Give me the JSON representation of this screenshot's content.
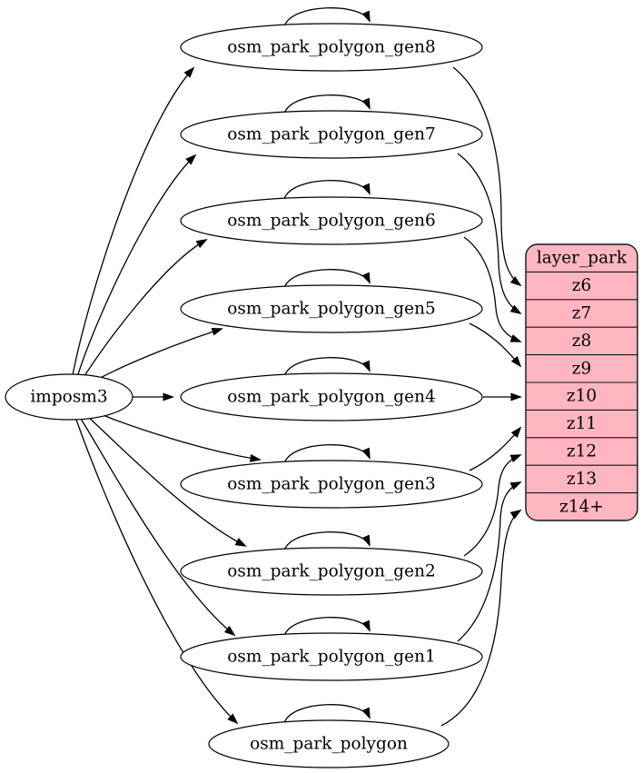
{
  "colors": {
    "background": "#ffffff",
    "node_fill": "#ffffff",
    "table_fill": "#ffb6c1",
    "edge_stroke": "#000000",
    "text": "#000000"
  },
  "source": {
    "label": "imposm3"
  },
  "generalized_tables": [
    {
      "label": "osm_park_polygon_gen8",
      "target_row": "z6"
    },
    {
      "label": "osm_park_polygon_gen7",
      "target_row": "z7"
    },
    {
      "label": "osm_park_polygon_gen6",
      "target_row": "z8"
    },
    {
      "label": "osm_park_polygon_gen5",
      "target_row": "z9"
    },
    {
      "label": "osm_park_polygon_gen4",
      "target_row": "z10"
    },
    {
      "label": "osm_park_polygon_gen3",
      "target_row": "z11"
    },
    {
      "label": "osm_park_polygon_gen2",
      "target_row": "z12"
    },
    {
      "label": "osm_park_polygon_gen1",
      "target_row": "z13"
    },
    {
      "label": "osm_park_polygon",
      "target_row": "z14+"
    }
  ],
  "layer_table": {
    "title": "layer_park",
    "rows": [
      "z6",
      "z7",
      "z8",
      "z9",
      "z10",
      "z11",
      "z12",
      "z13",
      "z14+"
    ]
  },
  "edges": [
    {
      "from": "imposm3",
      "to": "osm_park_polygon_gen8"
    },
    {
      "from": "imposm3",
      "to": "osm_park_polygon_gen7"
    },
    {
      "from": "imposm3",
      "to": "osm_park_polygon_gen6"
    },
    {
      "from": "imposm3",
      "to": "osm_park_polygon_gen5"
    },
    {
      "from": "imposm3",
      "to": "osm_park_polygon_gen4"
    },
    {
      "from": "imposm3",
      "to": "osm_park_polygon_gen3"
    },
    {
      "from": "imposm3",
      "to": "osm_park_polygon_gen2"
    },
    {
      "from": "imposm3",
      "to": "osm_park_polygon_gen1"
    },
    {
      "from": "imposm3",
      "to": "osm_park_polygon"
    },
    {
      "from": "osm_park_polygon_gen8",
      "to": "osm_park_polygon_gen8",
      "type": "self-loop"
    },
    {
      "from": "osm_park_polygon_gen7",
      "to": "osm_park_polygon_gen7",
      "type": "self-loop"
    },
    {
      "from": "osm_park_polygon_gen6",
      "to": "osm_park_polygon_gen6",
      "type": "self-loop"
    },
    {
      "from": "osm_park_polygon_gen5",
      "to": "osm_park_polygon_gen5",
      "type": "self-loop"
    },
    {
      "from": "osm_park_polygon_gen4",
      "to": "osm_park_polygon_gen4",
      "type": "self-loop"
    },
    {
      "from": "osm_park_polygon_gen3",
      "to": "osm_park_polygon_gen3",
      "type": "self-loop"
    },
    {
      "from": "osm_park_polygon_gen2",
      "to": "osm_park_polygon_gen2",
      "type": "self-loop"
    },
    {
      "from": "osm_park_polygon_gen1",
      "to": "osm_park_polygon_gen1",
      "type": "self-loop"
    },
    {
      "from": "osm_park_polygon",
      "to": "osm_park_polygon",
      "type": "self-loop"
    },
    {
      "from": "osm_park_polygon_gen8",
      "to": "layer_park:z6"
    },
    {
      "from": "osm_park_polygon_gen7",
      "to": "layer_park:z7"
    },
    {
      "from": "osm_park_polygon_gen6",
      "to": "layer_park:z8"
    },
    {
      "from": "osm_park_polygon_gen5",
      "to": "layer_park:z9"
    },
    {
      "from": "osm_park_polygon_gen4",
      "to": "layer_park:z10"
    },
    {
      "from": "osm_park_polygon_gen3",
      "to": "layer_park:z11"
    },
    {
      "from": "osm_park_polygon_gen2",
      "to": "layer_park:z12"
    },
    {
      "from": "osm_park_polygon_gen1",
      "to": "layer_park:z13"
    },
    {
      "from": "osm_park_polygon",
      "to": "layer_park:z14+"
    }
  ]
}
